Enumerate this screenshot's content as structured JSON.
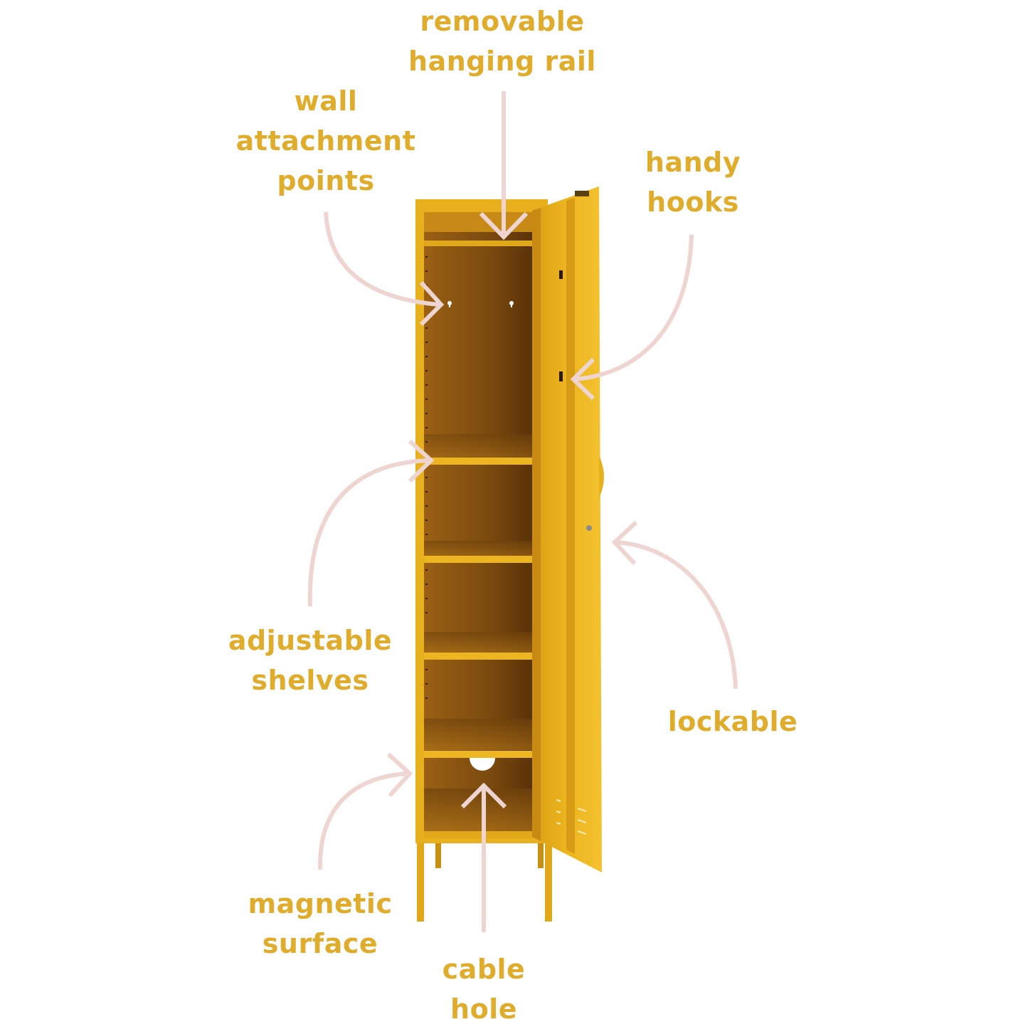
{
  "colors": {
    "label_text": "#E0AC2C",
    "arrow": "#EFD5D2",
    "locker_body": "#E8B01C",
    "locker_interior": "#8A5512",
    "locker_interior_dark": "#5E3608",
    "shelf_edge": "#EDB51F",
    "background": "#FFFFFF"
  },
  "labels": {
    "hanging_rail": [
      "removable",
      "hanging rail"
    ],
    "wall_attachment": [
      "wall",
      "attachment",
      "points"
    ],
    "handy_hooks": [
      "handy",
      "hooks"
    ],
    "adjustable_shelves": [
      "adjustable",
      "shelves"
    ],
    "lockable": [
      "lockable"
    ],
    "magnetic_surface": [
      "magnetic",
      "surface"
    ],
    "cable_hole": [
      "cable",
      "hole"
    ]
  },
  "product": {
    "type": "single-door metal locker",
    "shelf_count": 4,
    "features": [
      "removable hanging rail",
      "wall attachment points",
      "handy hooks",
      "adjustable shelves",
      "lockable",
      "magnetic surface",
      "cable hole"
    ]
  }
}
